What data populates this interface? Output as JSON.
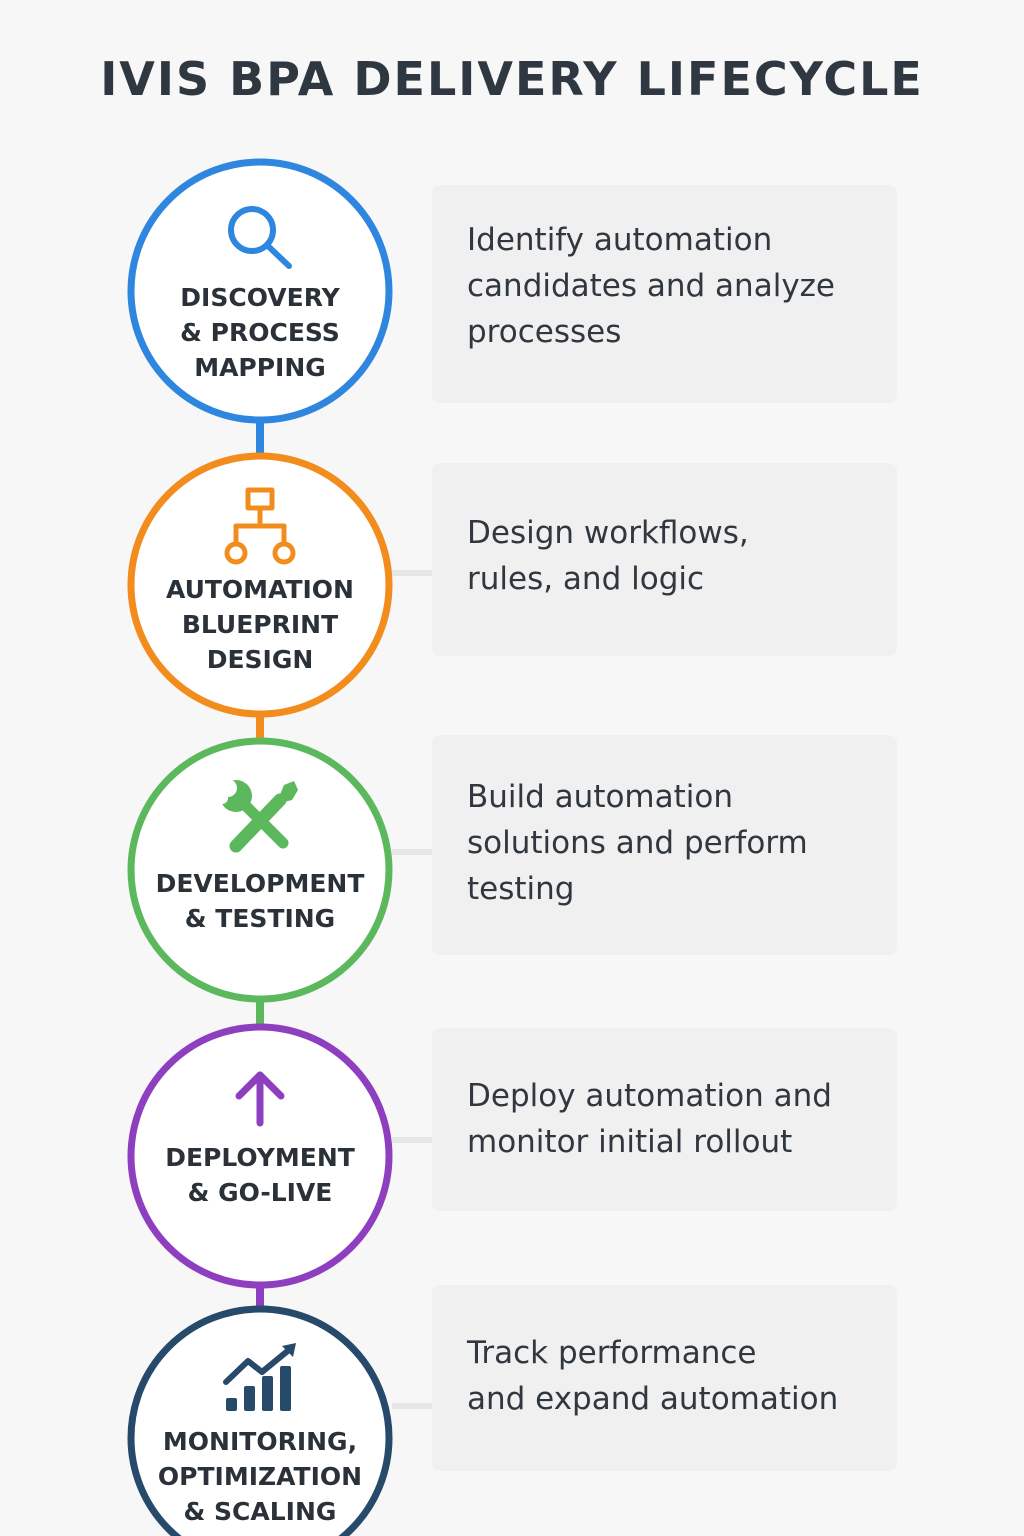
{
  "title": "IVIS BPA DELIVERY LIFECYCLE",
  "stages": [
    {
      "label_lines": [
        "DISCOVERY",
        "& PROCESS",
        "MAPPING"
      ],
      "description_lines": [
        "Identify automation",
        "candidates and analyze",
        "processes"
      ],
      "color": "#2e86de",
      "icon": "magnifier-icon"
    },
    {
      "label_lines": [
        "AUTOMATION",
        "BLUEPRINT",
        "DESIGN"
      ],
      "description_lines": [
        "Design workflows,",
        "rules, and logic"
      ],
      "color": "#f28c1c",
      "icon": "workflow-icon"
    },
    {
      "label_lines": [
        "DEVELOPMENT",
        "& TESTING"
      ],
      "description_lines": [
        "Build automation",
        "solutions and perform",
        "testing"
      ],
      "color": "#5cb85c",
      "icon": "tools-icon"
    },
    {
      "label_lines": [
        "DEPLOYMENT",
        "& GO-LIVE"
      ],
      "description_lines": [
        "Deploy automation and",
        "monitor initial rollout"
      ],
      "color": "#8e3fbf",
      "icon": "up-arrow-icon"
    },
    {
      "label_lines": [
        "MONITORING,",
        "OPTIMIZATION",
        "& SCALING"
      ],
      "description_lines": [
        "Track performance",
        "and expand automation"
      ],
      "color": "#274a6b",
      "icon": "growth-chart-icon"
    }
  ]
}
